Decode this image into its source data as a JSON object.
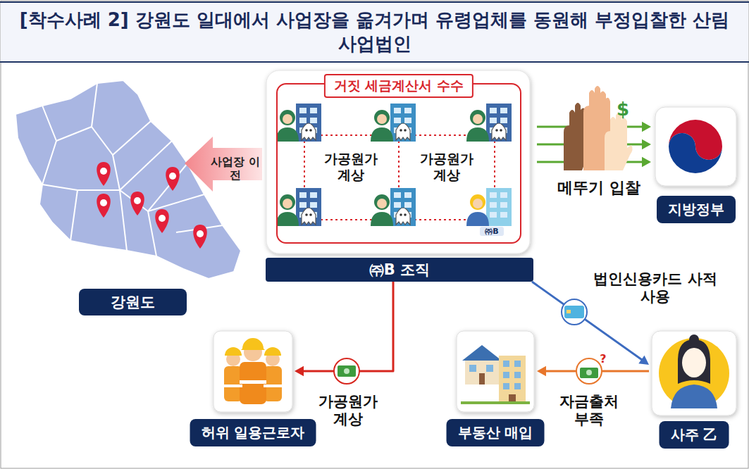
{
  "diagram": {
    "title": "[착수사례 2] 강원도 일대에서 사업장을 옮겨가며 유령업체를 동원해 부정입찰한 산림사업법인",
    "nodes": [
      {
        "text": [
          "거짓 세금계산서 수수"
        ]
      },
      {
        "text": [
          "㈜B 조직"
        ]
      },
      {
        "text": [
          "강원도"
        ]
      },
      {
        "text": [
          "지방정부"
        ]
      },
      {
        "text": [
          "허위 일용근로자"
        ]
      },
      {
        "text": [
          "부동산 매입"
        ]
      },
      {
        "text": [
          "사주 乙"
        ]
      }
    ],
    "edges": [
      {
        "from": 0,
        "to": 3,
        "arrow": "to",
        "label": "메뚜기 입찰"
      },
      {
        "from": 1,
        "to": 4,
        "arrow": "to",
        "label": "가공원가 계상"
      },
      {
        "from": 1,
        "to": 6,
        "arrow": "to",
        "label": "법인신용카드 사적사용"
      },
      {
        "from": 6,
        "to": 5,
        "arrow": "to",
        "label": "자금출처 부족"
      }
    ],
    "labels": [
      "사업장 이전",
      "가공원가 계상",
      "가공원가 계상",
      "㈜B",
      "$",
      "?"
    ]
  }
}
